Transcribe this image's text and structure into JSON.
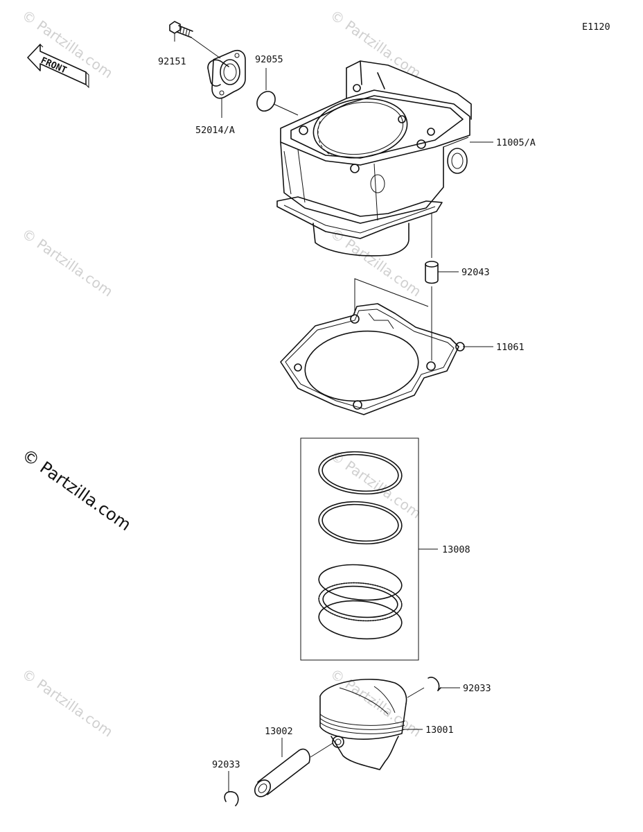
{
  "diagram": {
    "code": "E1120",
    "front_label": "FRONT",
    "copyright": "© Partzilla.com",
    "watermark": "© Partzilla.com",
    "parts": [
      {
        "number": "92151"
      },
      {
        "number": "92055"
      },
      {
        "number": "52014/A"
      },
      {
        "number": "11005/A"
      },
      {
        "number": "92043"
      },
      {
        "number": "11061"
      },
      {
        "number": "13008"
      },
      {
        "number": "92033"
      },
      {
        "number": "13001"
      },
      {
        "number": "13002"
      },
      {
        "number": "92033"
      }
    ]
  }
}
